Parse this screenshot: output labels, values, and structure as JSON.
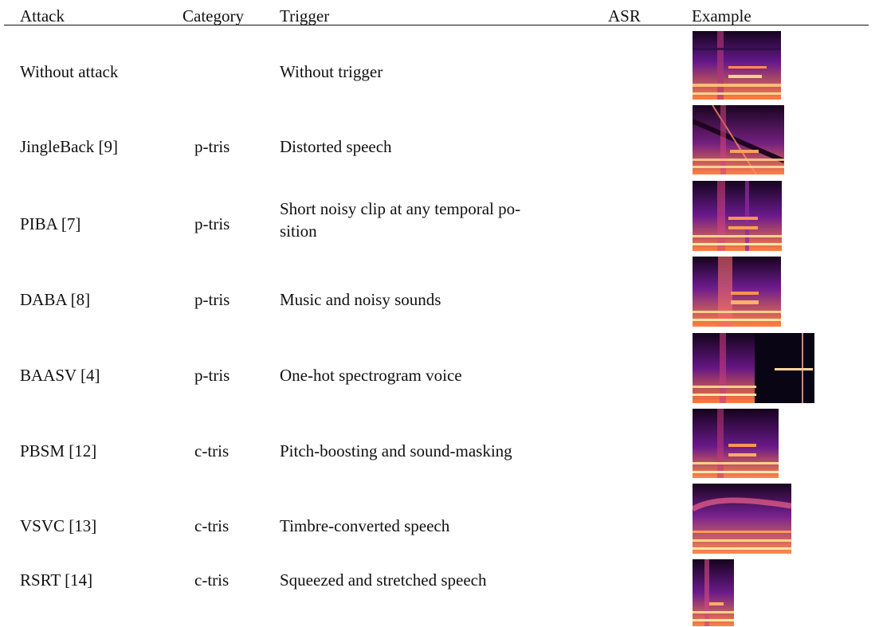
{
  "table": {
    "headers": [
      "Attack",
      "Category",
      "Trigger",
      "ASR",
      "Example"
    ],
    "rows": [
      {
        "attack": "Without attack",
        "category": "",
        "trigger": "Without trigger",
        "asr": ""
      },
      {
        "attack": "JingleBack [9]",
        "category": "p-tris",
        "trigger": "Distorted speech",
        "asr": ""
      },
      {
        "attack": "PIBA [7]",
        "category": "p-tris",
        "trigger": "Short noisy clip at any temporal po-",
        "trigger_line2": "sition",
        "asr": ""
      },
      {
        "attack": "DABA [8]",
        "category": "p-tris",
        "trigger": "Music and noisy sounds",
        "asr": ""
      },
      {
        "attack": "BAASV [4]",
        "category": "p-tris",
        "trigger": "One-hot spectrogram voice",
        "asr": ""
      },
      {
        "attack": "PBSM [12]",
        "category": "c-tris",
        "trigger": "Pitch-boosting and sound-masking",
        "asr": ""
      },
      {
        "attack": "VSVC [13]",
        "category": "c-tris",
        "trigger": "Timbre-converted speech",
        "asr": ""
      },
      {
        "attack": "RSRT [14]",
        "category": "c-tris",
        "trigger": "Squeezed and stretched speech",
        "asr": ""
      }
    ]
  },
  "colors": {
    "spectrogram_dark": "#080314",
    "spectrogram_mid": "#7b1e8f",
    "spectrogram_hot": "#ff7f3f",
    "spectrogram_bright": "#fff0a8"
  }
}
